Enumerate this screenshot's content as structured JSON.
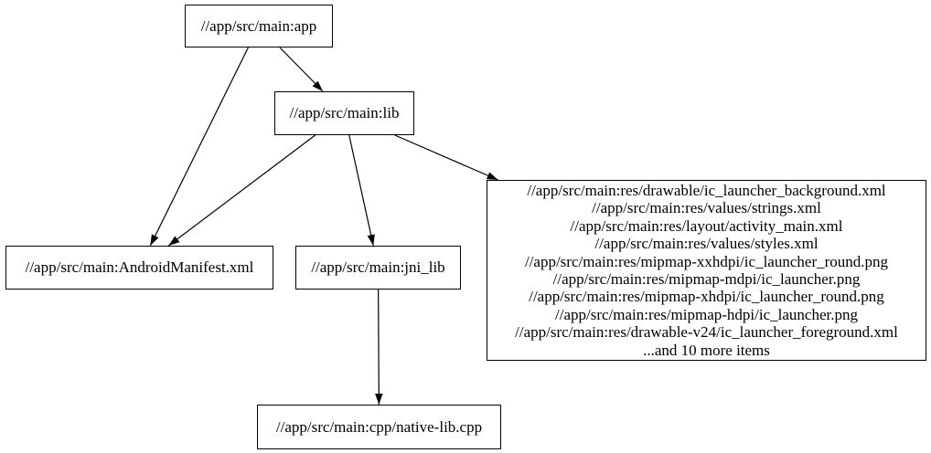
{
  "canvas": {
    "background_color": "#ffffff",
    "node_border_color": "#000000",
    "node_fill_color": "#ffffff",
    "edge_color": "#000000",
    "text_color": "#000000"
  },
  "nodes": [
    {
      "id": "app",
      "label": "//app/src/main:app"
    },
    {
      "id": "lib",
      "label": "//app/src/main:lib"
    },
    {
      "id": "manifest",
      "label": "//app/src/main:AndroidManifest.xml"
    },
    {
      "id": "jni_lib",
      "label": "//app/src/main:jni_lib"
    },
    {
      "id": "res",
      "label_lines": [
        "//app/src/main:res/drawable/ic_launcher_background.xml",
        "//app/src/main:res/values/strings.xml",
        "//app/src/main:res/layout/activity_main.xml",
        "//app/src/main:res/values/styles.xml",
        "//app/src/main:res/mipmap-xxhdpi/ic_launcher_round.png",
        "//app/src/main:res/mipmap-mdpi/ic_launcher.png",
        "//app/src/main:res/mipmap-xhdpi/ic_launcher_round.png",
        "//app/src/main:res/mipmap-hdpi/ic_launcher.png",
        "//app/src/main:res/drawable-v24/ic_launcher_foreground.xml",
        "...and 10 more items"
      ]
    },
    {
      "id": "cpp",
      "label": "//app/src/main:cpp/native-lib.cpp"
    }
  ],
  "edges": [
    {
      "from": "app",
      "to": "lib"
    },
    {
      "from": "app",
      "to": "manifest"
    },
    {
      "from": "lib",
      "to": "manifest"
    },
    {
      "from": "lib",
      "to": "jni_lib"
    },
    {
      "from": "lib",
      "to": "res"
    },
    {
      "from": "jni_lib",
      "to": "cpp"
    }
  ]
}
